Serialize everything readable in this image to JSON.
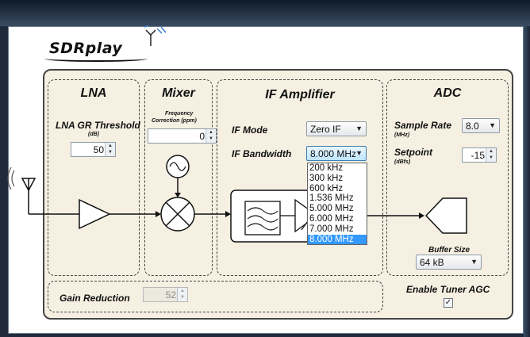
{
  "app": {
    "logo_text": "SDRplay"
  },
  "lna": {
    "title": "LNA",
    "gr_threshold_label": "LNA GR Threshold",
    "gr_threshold_unit": "(dB)",
    "gr_threshold_value": "50"
  },
  "mixer": {
    "title": "Mixer",
    "freq_correction_label_1": "Frequency",
    "freq_correction_label_2": "Correction (ppm)",
    "freq_correction_value": "0"
  },
  "if_amp": {
    "title": "IF Amplifier",
    "if_mode_label": "IF Mode",
    "if_mode_value": "Zero IF",
    "if_bandwidth_label": "IF Bandwidth",
    "if_bandwidth_value": "8.000 MHz",
    "bandwidth_options": [
      "200 kHz",
      "300 kHz",
      "600 kHz",
      "1.536 MHz",
      "5.000 MHz",
      "6.000 MHz",
      "7.000 MHz",
      "8.000 MHz"
    ],
    "bandwidth_selected": "8.000 MHz"
  },
  "adc": {
    "title": "ADC",
    "sample_rate_label": "Sample Rate",
    "sample_rate_unit": "(MHz)",
    "sample_rate_value": "8.0",
    "setpoint_label": "Setpoint",
    "setpoint_unit": "(dBfs)",
    "setpoint_value": "-15",
    "buffer_size_label": "Buffer Size",
    "buffer_size_value": "64 kB"
  },
  "gain": {
    "label": "Gain Reduction",
    "value": "52"
  },
  "agc": {
    "label": "Enable Tuner AGC",
    "checked": true
  },
  "icons": {
    "spin_up": "▲",
    "spin_down": "▼",
    "combo_arrow": "▼",
    "check": "✓"
  }
}
